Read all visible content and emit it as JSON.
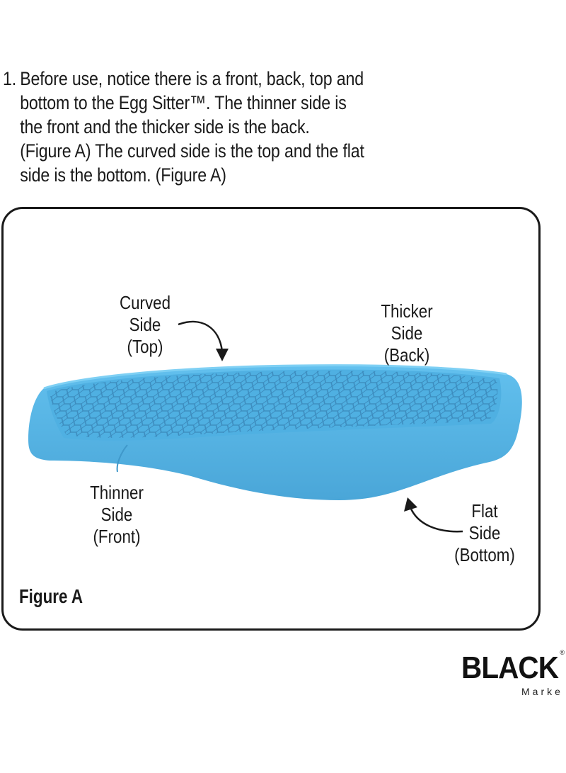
{
  "instructions": {
    "step_number": "1.",
    "lines": [
      "Before use, notice there is a front, back, top and",
      "bottom to the Egg Sitter™.  The thinner side is",
      "the front and the thicker side is the back.",
      "(Figure A) The curved side is the top and the flat",
      "side is the bottom. (Figure A)"
    ]
  },
  "figure": {
    "title": "Figure A",
    "cushion_color": "#5bb8e8",
    "cushion_shade": "#4aa6d8",
    "grid_color": "#3a86b8",
    "labels": {
      "curved": [
        "Curved",
        "Side",
        "(Top)"
      ],
      "thicker": [
        "Thicker",
        "Side",
        "(Back)"
      ],
      "thinner": [
        "Thinner",
        "Side",
        "(Front)"
      ],
      "flat": [
        "Flat",
        "Side",
        "(Bottom)"
      ]
    },
    "arrows": [
      "curved-side-arrow",
      "flat-side-arrow"
    ]
  },
  "brand": {
    "name": "BLACK",
    "sub": "Marke",
    "reg_mark": "®"
  }
}
